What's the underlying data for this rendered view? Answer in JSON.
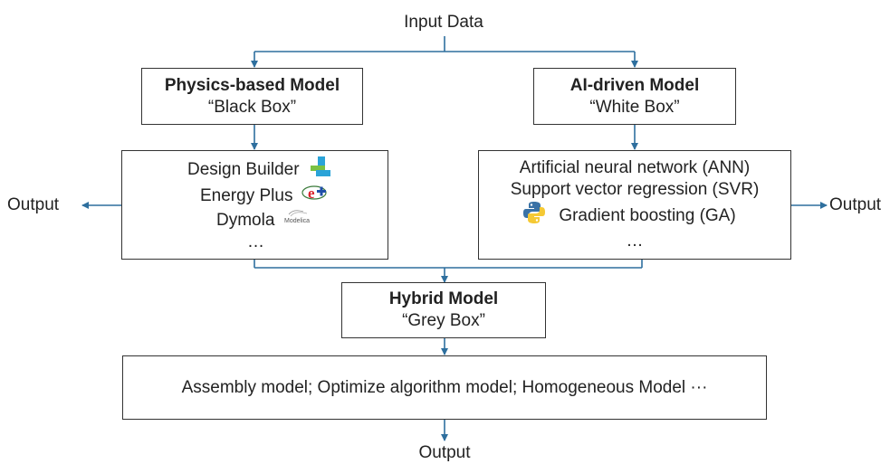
{
  "input_label": "Input Data",
  "physics": {
    "title": "Physics-based Model",
    "subtitle": "“Black Box”"
  },
  "ai": {
    "title": "AI-driven Model",
    "subtitle": "“White Box”"
  },
  "physics_tools": {
    "items": [
      "Design Builder",
      "Energy Plus",
      "Dymola"
    ],
    "more": "…",
    "icons": [
      "designbuilder-logo-icon",
      "energyplus-logo-icon",
      "modelica-logo-icon"
    ]
  },
  "ai_methods": {
    "items": [
      "Artificial neural network (ANN)",
      "Support vector regression (SVR)",
      "Gradient boosting (GA)"
    ],
    "more": "…",
    "icons": [
      "python-logo-icon"
    ]
  },
  "output_left": "Output",
  "output_right": "Output",
  "hybrid": {
    "title": "Hybrid Model",
    "subtitle": "“Grey Box”"
  },
  "hybrid_methods": {
    "text": "Assembly model; Optimize algorithm model; Homogeneous Model ···"
  },
  "output_bottom": "Output",
  "colors": {
    "arrow": "#2e6f9e",
    "border": "#333333",
    "text": "#222222"
  }
}
